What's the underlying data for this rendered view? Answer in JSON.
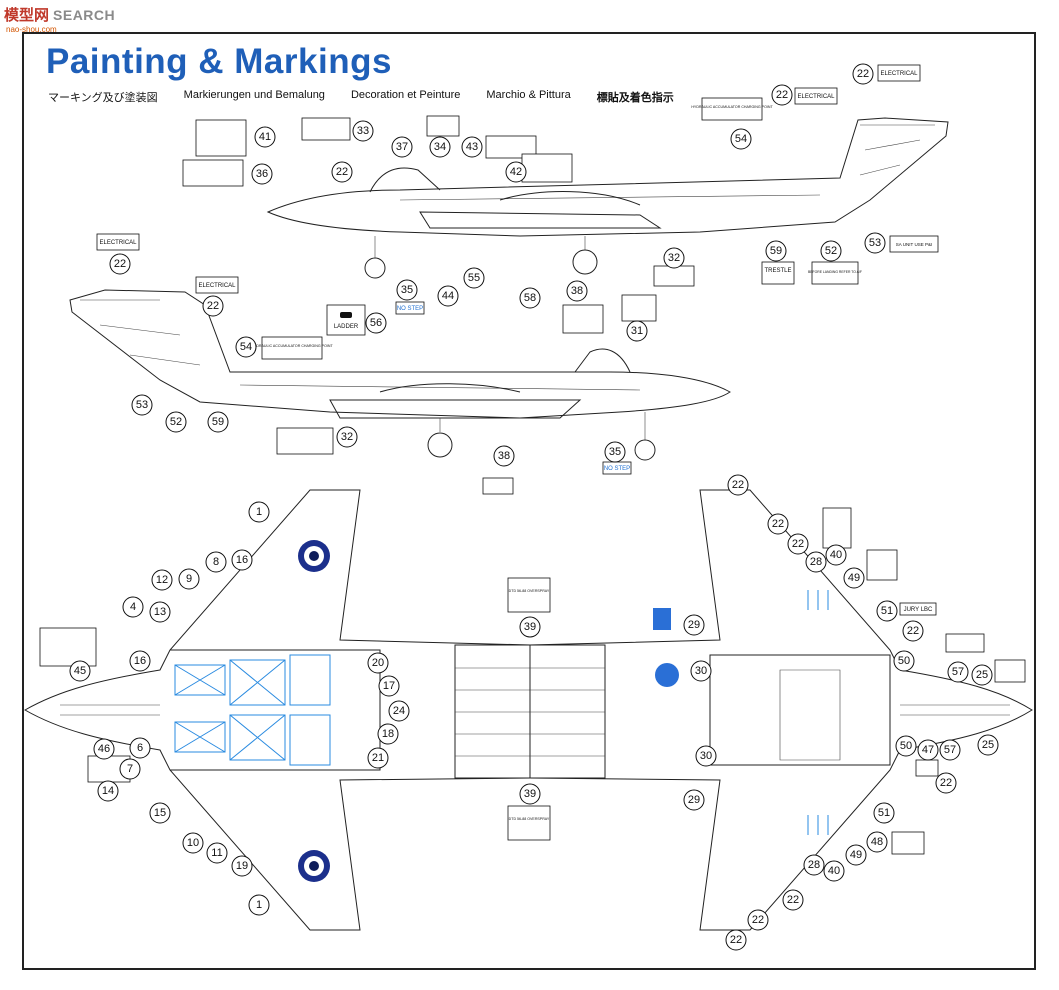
{
  "watermark": {
    "brand": "模型网",
    "search": "SEARCH",
    "url": "nao-shou.com"
  },
  "header": {
    "title": "Painting & Markings",
    "subtitles": [
      "マーキング及び塗装図",
      "Markierungen und Bemalung",
      "Decoration et Peinture",
      "Marchio & Pittura",
      "標貼及着色指示"
    ]
  },
  "stencils": {
    "electrical": "ELECTRICAL",
    "ladder": "LADDER",
    "nostep": "NO STEP",
    "hydraulic": "HYDRAULIC ACCUMULATOR CHARGING POINT",
    "trestle": "TRESTLE",
    "before_landing": "BEFORE LANDING REFER TO A/F",
    "sa_unit": "SA UNIT USE P&I",
    "jury_lbc": "JURY LBC",
    "dtd_top": "DTD 56-88 OVERSPRAY",
    "dtd_bottom": "DTD 56-88 OVERSPRAY"
  },
  "colors": {
    "title_blue": "#1f5fb8",
    "marking_blue": "#2a8be0",
    "roundel_outer": "#1b2f8c",
    "roundel_white": "#ffffff",
    "roundel_center": "#0e1c5a",
    "outline": "#222222"
  },
  "callouts": {
    "top_profile": [
      "41",
      "33",
      "37",
      "34",
      "43",
      "42",
      "36",
      "22",
      "35",
      "56",
      "44",
      "55",
      "58",
      "38",
      "32",
      "54",
      "59",
      "52",
      "53"
    ],
    "top_tail": [
      "22",
      "22"
    ],
    "mid_profile": [
      "22",
      "22",
      "54",
      "53",
      "52",
      "59",
      "32",
      "38",
      "35",
      "31"
    ],
    "plan_upper": [
      "1",
      "8",
      "16",
      "9",
      "12",
      "4",
      "13",
      "16",
      "45",
      "46",
      "6",
      "7",
      "14",
      "15",
      "10",
      "11",
      "19",
      "1",
      "20",
      "17",
      "24",
      "18",
      "21",
      "39",
      "39"
    ],
    "plan_lower": [
      "22",
      "22",
      "22",
      "28",
      "40",
      "49",
      "51",
      "22",
      "29",
      "30",
      "50",
      "57",
      "25",
      "30",
      "50",
      "47",
      "57",
      "25",
      "22",
      "29",
      "51",
      "49",
      "48",
      "28",
      "40",
      "22",
      "22",
      "22"
    ]
  }
}
